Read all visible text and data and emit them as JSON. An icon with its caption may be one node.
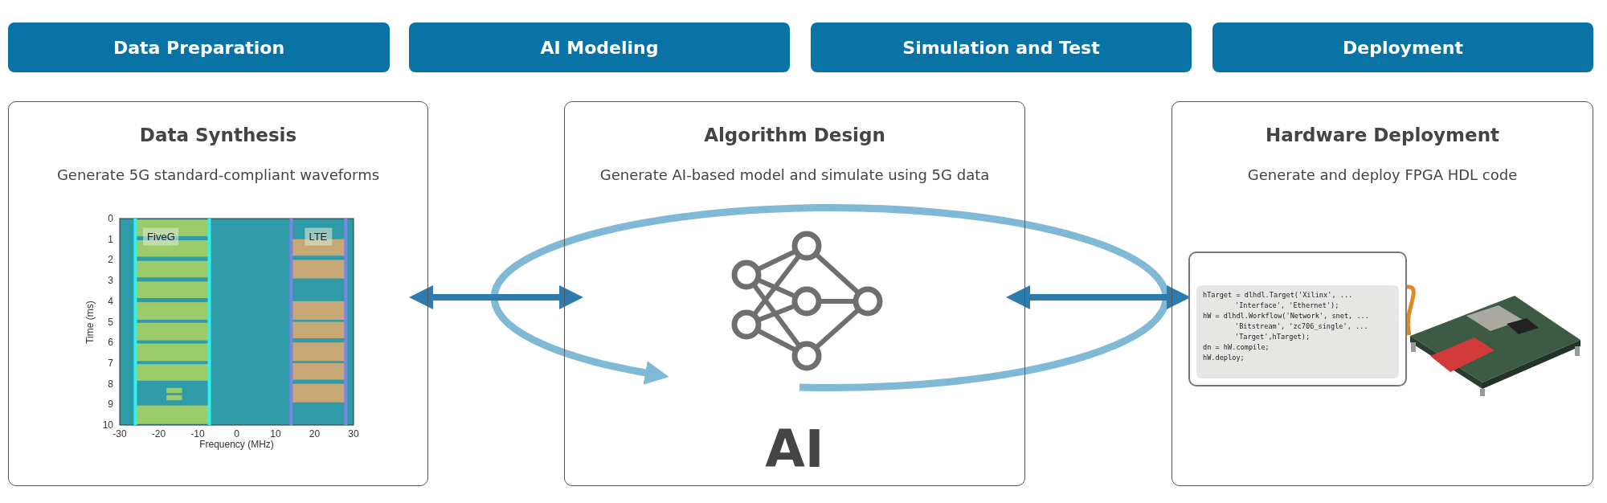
{
  "diagram": {
    "nodes": [
      {
        "text": [
          "Data Preparation"
        ]
      },
      {
        "text": [
          "AI Modeling"
        ]
      },
      {
        "text": [
          "Simulation and Test"
        ]
      },
      {
        "text": [
          "Deployment"
        ]
      },
      {
        "text": [
          "Data Synthesis",
          "Generate 5G standard-compliant waveforms"
        ]
      },
      {
        "text": [
          "Algorithm Design",
          "Generate AI-based model and simulate using 5G data",
          "AI"
        ]
      },
      {
        "text": [
          "Hardware Deployment",
          "Generate and deploy FPGA HDL code"
        ]
      },
      {
        "text": [
          "hTarget = dlhdl.Target('Xilinx', ...",
          "'Interface', 'Ethernet');",
          "hW = dlhdl.Workflow('Network', snet, ...",
          "'Bitstream', 'zc706_single', ...",
          "'Target',hTarget);",
          "dn = hW.compile;",
          "hW.deploy;"
        ],
        "in": 6
      },
      {
        "text": [],
        "shape": "picture",
        "in": 6
      }
    ],
    "edges": [
      {
        "from": 4,
        "to": 5,
        "arrow": "both"
      },
      {
        "from": 5,
        "to": 6,
        "arrow": "both"
      },
      {
        "from": 7,
        "to": 8,
        "arrow": "none",
        "color": "#e08a1e"
      }
    ],
    "labels": [
      "FiveG",
      "LTE",
      "0",
      "1",
      "2",
      "3",
      "4",
      "5",
      "6",
      "7",
      "8",
      "9",
      "10",
      "-30",
      "-20",
      "-10",
      "0",
      "10",
      "20",
      "30",
      "Time (ms)",
      "Frequency (MHz)"
    ]
  }
}
